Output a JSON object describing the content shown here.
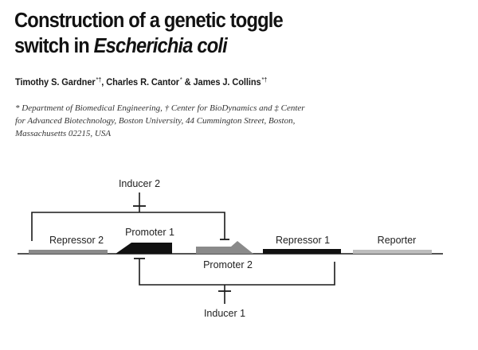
{
  "paper": {
    "title_line1": "Construction of a genetic toggle",
    "title_line2_prefix": "switch in",
    "title_line2_italic": "Escherichia coli",
    "authors": [
      {
        "name": "Timothy S. Gardner",
        "mark": "*†",
        "sep": ", "
      },
      {
        "name": "Charles R. Cantor",
        "mark": "*",
        "sep": " & "
      },
      {
        "name": "James J. Collins",
        "mark": "*†",
        "sep": ""
      }
    ],
    "affiliation_lines": [
      "* Department of Biomedical Engineering, † Center for BioDynamics and ‡ Center",
      "for Advanced Biotechnology, Boston University, 44 Cummington Street, Boston,",
      "Massachusetts 02215, USA"
    ]
  },
  "diagram": {
    "labels": {
      "inducer2": "Inducer 2",
      "inducer1": "Inducer 1",
      "repressor2": "Repressor 2",
      "promoter1": "Promoter 1",
      "promoter2": "Promoter 2",
      "repressor1": "Repressor 1",
      "reporter": "Reporter"
    },
    "colors": {
      "dna_line": "#1a1a1a",
      "repressor2_gene": "#8a8a8a",
      "promoter1": "#111111",
      "promoter2": "#8a8a8a",
      "repressor1_gene": "#111111",
      "reporter_gene": "#bdbdbd",
      "regulation_lines": "#1a1a1a"
    }
  }
}
